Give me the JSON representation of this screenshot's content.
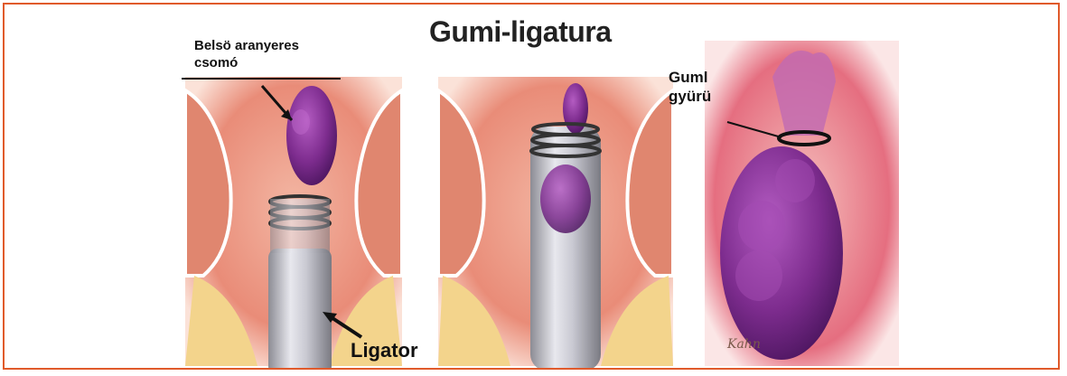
{
  "title": "Gumi-ligatura",
  "labels": {
    "internal_node": "Belsö aranyeres\ncsomó",
    "rubber_ring": "Guml\ngyürü",
    "ligator": "Ligator"
  },
  "signature": "Kahn"
}
